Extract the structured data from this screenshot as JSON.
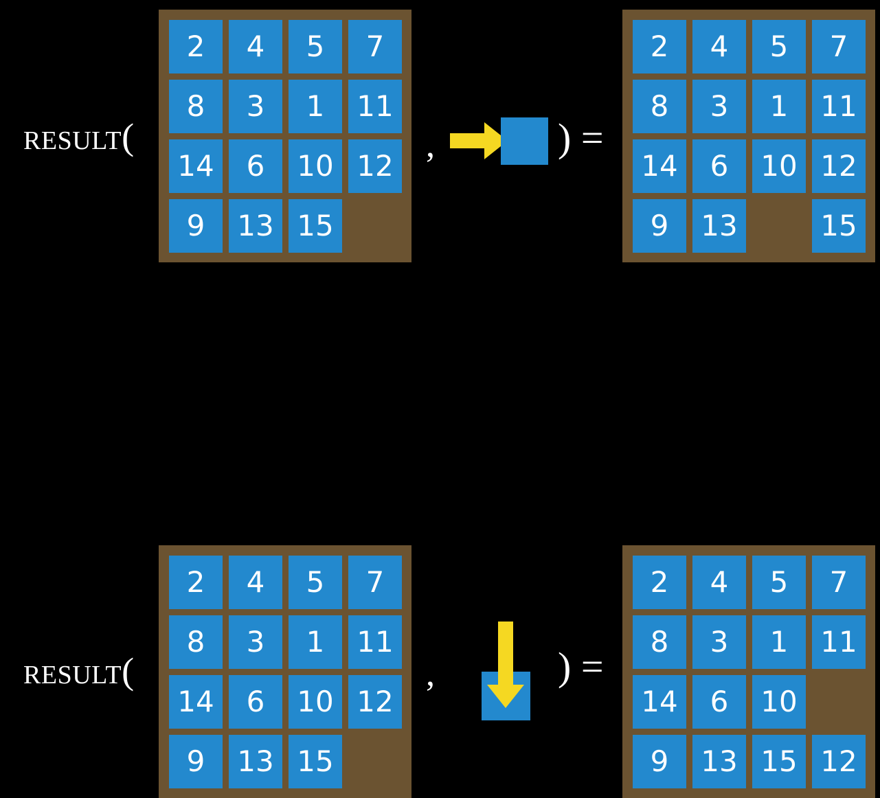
{
  "page": {
    "background_color": "#000000",
    "tile_color": "#2389ce",
    "board_color": "#6b5331",
    "arrow_color": "#f5d822",
    "text_color": "#ffffff"
  },
  "rows": [
    {
      "id": "row-1",
      "label": "Result(",
      "comma": ",",
      "close_equals": ") =",
      "action": {
        "icon": "arrow-right-icon",
        "direction": "right",
        "description": "slide blank right"
      },
      "input_board": {
        "name": "15-puzzle-input-top",
        "tiles": [
          [
            "2",
            "4",
            "5",
            "7"
          ],
          [
            "8",
            "3",
            "1",
            "11"
          ],
          [
            "14",
            "6",
            "10",
            "12"
          ],
          [
            "9",
            "13",
            "15",
            ""
          ]
        ]
      },
      "output_board": {
        "name": "15-puzzle-output-top",
        "tiles": [
          [
            "2",
            "4",
            "5",
            "7"
          ],
          [
            "8",
            "3",
            "1",
            "11"
          ],
          [
            "14",
            "6",
            "10",
            "12"
          ],
          [
            "9",
            "13",
            "",
            "15"
          ]
        ]
      }
    },
    {
      "id": "row-2",
      "label": "Result(",
      "comma": ",",
      "close_equals": ") =",
      "action": {
        "icon": "arrow-down-icon",
        "direction": "down",
        "description": "slide blank down"
      },
      "input_board": {
        "name": "15-puzzle-input-bottom",
        "tiles": [
          [
            "2",
            "4",
            "5",
            "7"
          ],
          [
            "8",
            "3",
            "1",
            "11"
          ],
          [
            "14",
            "6",
            "10",
            "12"
          ],
          [
            "9",
            "13",
            "15",
            ""
          ]
        ]
      },
      "output_board": {
        "name": "15-puzzle-output-bottom",
        "tiles": [
          [
            "2",
            "4",
            "5",
            "7"
          ],
          [
            "8",
            "3",
            "1",
            "11"
          ],
          [
            "14",
            "6",
            "10",
            ""
          ],
          [
            "9",
            "13",
            "15",
            "12"
          ]
        ]
      }
    }
  ]
}
